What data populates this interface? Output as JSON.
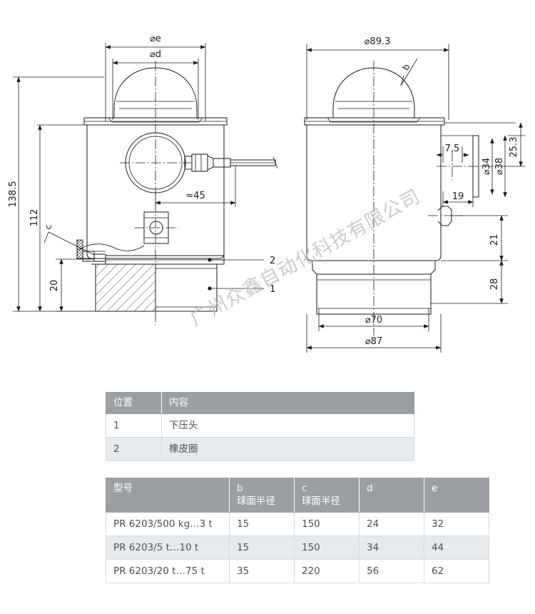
{
  "watermark": {
    "text": "广州众鑫自动化科技有限公司"
  },
  "drawing_left": {
    "title": "front-view",
    "dimensions": {
      "diameter_e": "⌀e",
      "diameter_d": "⌀d",
      "height_total": "138.5",
      "height_body": "112",
      "cable_offset": "≈45",
      "base_height": "20",
      "radius_c": "c"
    },
    "callouts": [
      "2",
      "1"
    ]
  },
  "drawing_right": {
    "title": "side-view",
    "dimensions": {
      "outer_diameter": "⌀89.3",
      "radius_b": "b",
      "detail_7_5": "7.5",
      "detail_19": "19",
      "bore_34": "⌀34",
      "bore_38": "⌀38",
      "detail_25_3": "25.3",
      "height_21": "21",
      "height_28": "28",
      "diameter_70": "⌀70",
      "diameter_87": "⌀87"
    }
  },
  "table_position": {
    "headers": [
      "位置",
      "内容"
    ],
    "rows": [
      {
        "position": "1",
        "content": "下压头"
      },
      {
        "position": "2",
        "content": "橡皮圈"
      }
    ]
  },
  "table_models": {
    "headers": {
      "model": "型号",
      "b_main": "b",
      "b_sub": "球面半径",
      "c_main": "c",
      "c_sub": "球面半径",
      "d": "d",
      "e": "e"
    },
    "rows": [
      {
        "model": "PR 6203/500 kg…3 t",
        "b": "15",
        "c": "150",
        "d": "24",
        "e": "32"
      },
      {
        "model": "PR 6203/5 t…10 t",
        "b": "15",
        "c": "150",
        "d": "34",
        "e": "44"
      },
      {
        "model": "PR 6203/20 t…75 t",
        "b": "35",
        "c": "220",
        "d": "56",
        "e": "62"
      }
    ]
  },
  "colors": {
    "header_gray": "#9b9fa3",
    "row_alt": "#e7eaec",
    "line": "#1a1a1a",
    "watermark": "#b9b9b9"
  }
}
